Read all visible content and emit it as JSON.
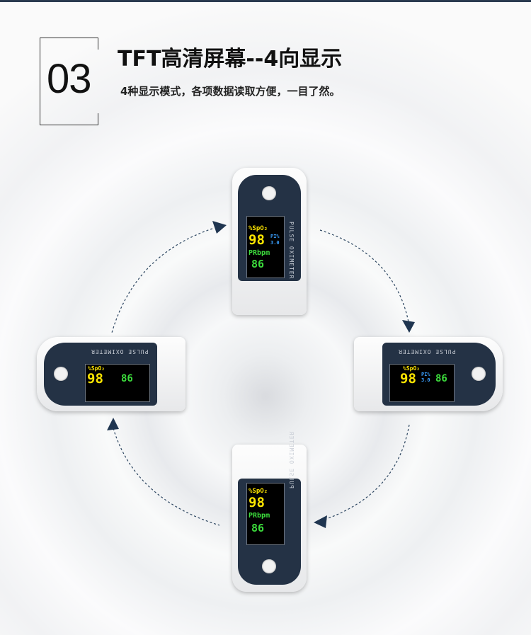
{
  "section": {
    "number": "03",
    "title": "TFT高清屏幕--4向显示",
    "subtitle": "4种显示模式，各项数据读取方便，一目了然。"
  },
  "device": {
    "label": "PULSE OXIMETER",
    "spo2_label": "%SpO₂",
    "spo2_value": "98",
    "pr_label": "PRbpm",
    "pr_value": "86",
    "pi_label": "PI%",
    "pi_value": "3.0"
  },
  "colors": {
    "spo2": "#ffe600",
    "pulse": "#3cdc3c",
    "pi": "#3aa0ff",
    "arrow": "#1f3550"
  }
}
